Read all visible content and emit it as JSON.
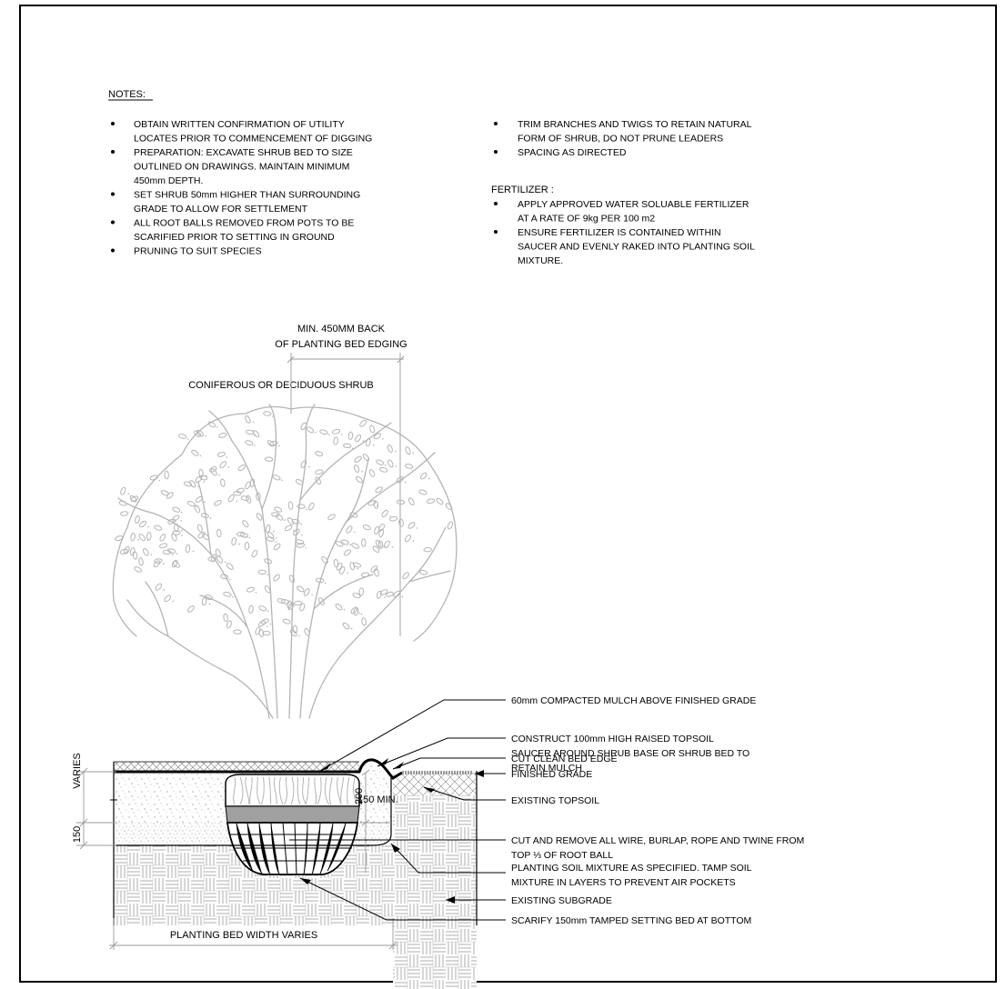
{
  "notes": {
    "heading": "NOTES:",
    "left_items": [
      [
        "OBTAIN WRITTEN CONFIRMATION OF UTILITY",
        "LOCATES PRIOR TO COMMENCEMENT OF DIGGING"
      ],
      [
        "PREPARATION: EXCAVATE SHRUB BED TO SIZE",
        "OUTLINED ON DRAWINGS.  MAINTAIN MINIMUM",
        "450mm DEPTH."
      ],
      [
        "SET SHRUB 50mm HIGHER THAN SURROUNDING",
        "GRADE TO ALLOW FOR SETTLEMENT"
      ],
      [
        "ALL ROOT BALLS REMOVED FROM POTS TO BE",
        "SCARIFIED PRIOR TO SETTING IN GROUND"
      ],
      [
        "PRUNING TO SUIT SPECIES"
      ]
    ],
    "right_items": [
      [
        "TRIM BRANCHES AND TWIGS TO RETAIN NATURAL",
        "FORM OF SHRUB, DO NOT PRUNE LEADERS"
      ],
      [
        "SPACING AS DIRECTED"
      ]
    ],
    "fertilizer_heading": "FERTILIZER :",
    "fertilizer_items": [
      [
        "APPLY APPROVED WATER SOLUABLE FERTILIZER",
        "AT A RATE OF 9kg PER 100 m2"
      ],
      [
        "ENSURE FERTILIZER IS CONTAINED WITHIN",
        "SAUCER AND EVENLY RAKED INTO PLANTING SOIL",
        "MIXTURE."
      ]
    ]
  },
  "top_labels": {
    "min_back_line1": "MIN. 450MM BACK",
    "min_back_line2": "OF PLANTING BED EDGING",
    "shrub": "CONIFEROUS OR DECIDUOUS SHRUB"
  },
  "callouts": [
    [
      "60mm COMPACTED MULCH ABOVE FINISHED GRADE"
    ],
    [
      "CONSTRUCT 100mm HIGH RAISED TOPSOIL",
      "SAUCER AROUND SHRUB BASE OR SHRUB BED TO",
      "RETAIN MULCH"
    ],
    [
      "CUT CLEAN BED EDGE"
    ],
    [
      "FINISHED GRADE"
    ],
    [
      "EXISTING TOPSOIL"
    ],
    [
      "CUT AND REMOVE ALL WIRE, BURLAP, ROPE AND TWINE FROM",
      "TOP ⅓ OF ROOT BALL"
    ],
    [
      "EXISTING SUBGRADE"
    ],
    [
      "PLANTING SOIL MIXTURE AS SPECIFIED.  TAMP SOIL",
      "MIXTURE IN LAYERS TO PREVENT AIR POCKETS"
    ],
    [
      "SCARIFY 150mm TAMPED SETTING BED AT BOTTOM"
    ]
  ],
  "dimensions": {
    "varies": "VARIES",
    "d150": "150",
    "d200": "200",
    "min150": "150 MIN.",
    "bed_width": "PLANTING BED WIDTH VARIES"
  },
  "colors": {
    "line": "#000000",
    "shrub": "#b4b4b4",
    "dimension": "#9a9a9a",
    "hatch": "#8c8c8c"
  }
}
